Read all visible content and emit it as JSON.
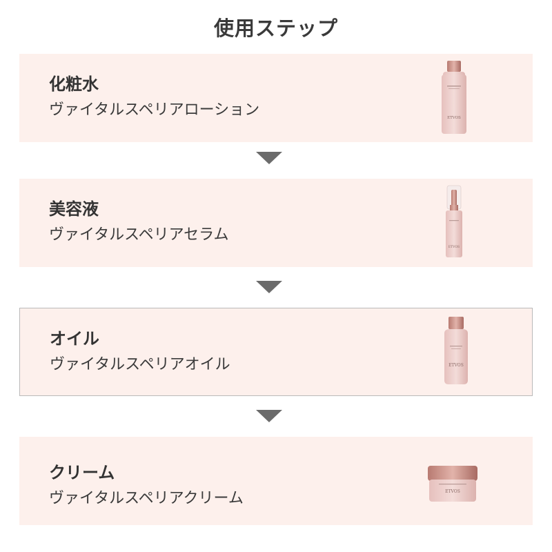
{
  "title": "使用ステップ",
  "steps": [
    {
      "category": "化粧水",
      "product": "ヴァイタルスペリアローション",
      "image": "lotion-bottle"
    },
    {
      "category": "美容液",
      "product": "ヴァイタルスペリアセラム",
      "image": "serum-pump-bottle"
    },
    {
      "category": "オイル",
      "product": "ヴァイタルスペリアオイル",
      "image": "oil-bottle"
    },
    {
      "category": "クリーム",
      "product": "ヴァイタルスペリアクリーム",
      "image": "cream-jar"
    }
  ],
  "brand": "ETVOS",
  "colors": {
    "card_bg": "#fdf0ec",
    "arrow": "#6b6b6b",
    "product_pink": "#ecc9c6",
    "cap_rose_gold": "#c98f86"
  }
}
